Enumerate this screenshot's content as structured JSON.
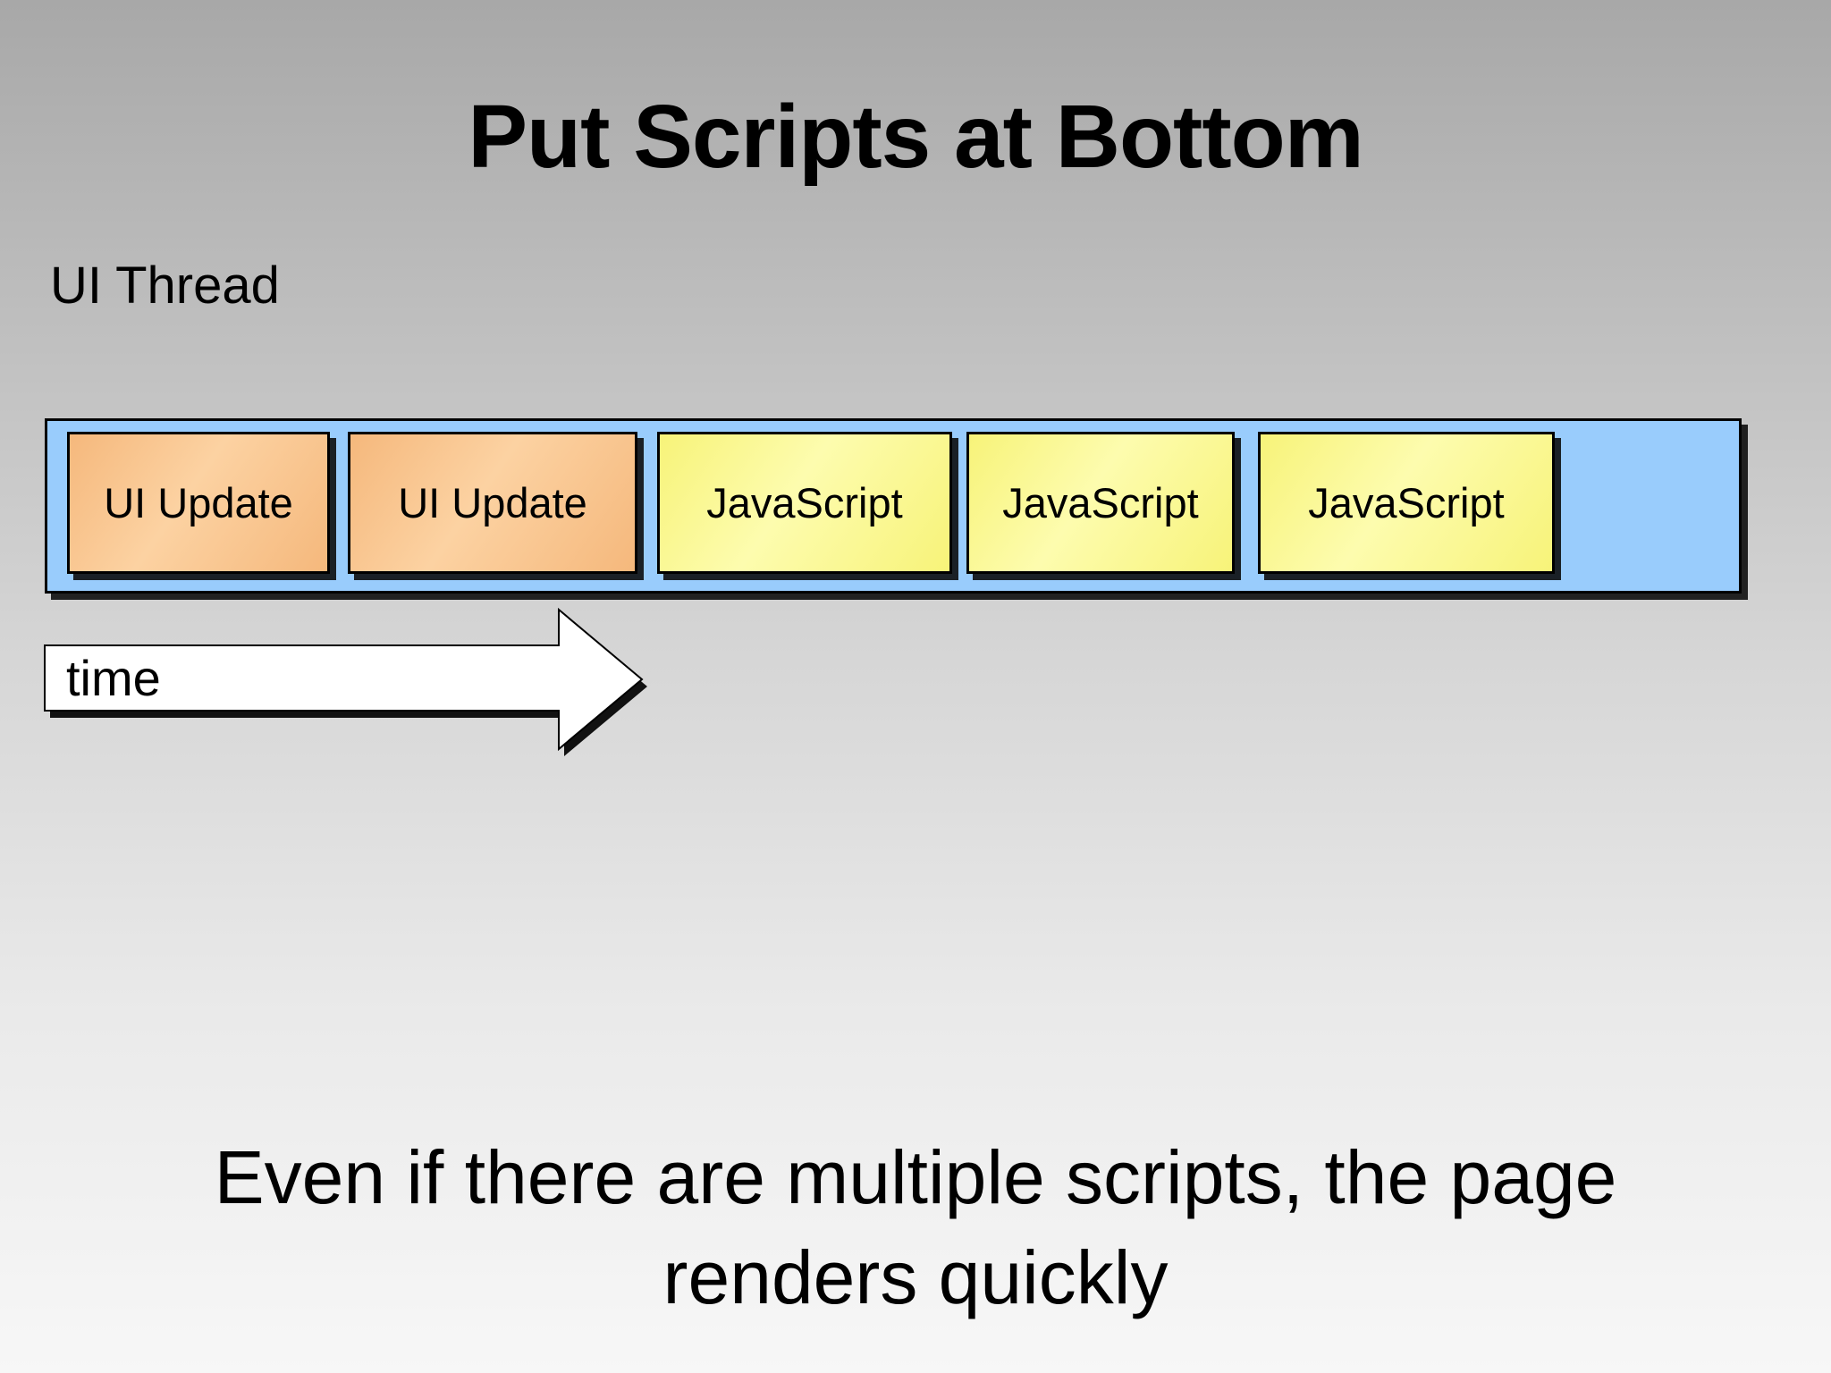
{
  "slide": {
    "title": "Put Scripts at Bottom",
    "caption_line1": "Even if there are multiple scripts, the page",
    "caption_line2": "renders quickly"
  },
  "diagram": {
    "thread_label": "UI Thread",
    "time_label": "time",
    "boxes": [
      {
        "label": "UI Update",
        "type": "ui-update"
      },
      {
        "label": "UI Update",
        "type": "ui-update"
      },
      {
        "label": "JavaScript",
        "type": "javascript"
      },
      {
        "label": "JavaScript",
        "type": "javascript"
      },
      {
        "label": "JavaScript",
        "type": "javascript"
      }
    ],
    "colors": {
      "thread_bar": "#99ccfc",
      "ui_update_box_edge": "#f5b87c",
      "ui_update_box_mid": "#fcd2a2",
      "javascript_box_edge": "#f7f379",
      "javascript_box_mid": "#fdfcae",
      "box_border": "#000000",
      "arrow_fill": "#ffffff",
      "shadow": "#111111"
    }
  }
}
